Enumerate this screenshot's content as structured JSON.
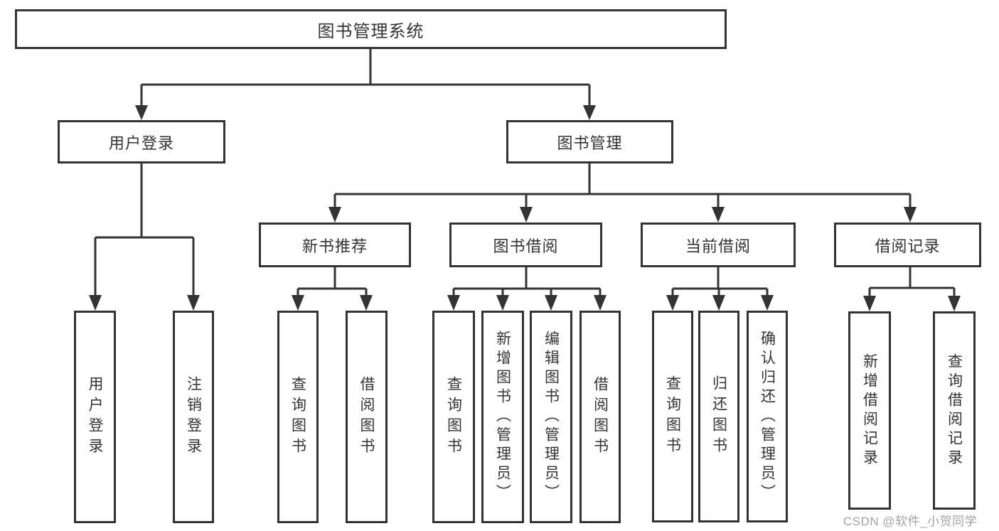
{
  "diagram_type": "hierarchy-tree",
  "colors": {
    "background": "#ffffff",
    "box_border": "#333333",
    "text": "#333333",
    "connector": "#333333",
    "watermark": "#a3a3a3"
  },
  "tree": {
    "label": "图书管理系统",
    "children": [
      {
        "label": "用户登录",
        "children": [
          {
            "label": "用户登录"
          },
          {
            "label": "注销登录"
          }
        ]
      },
      {
        "label": "图书管理",
        "children": [
          {
            "label": "新书推荐",
            "children": [
              {
                "label": "查询图书"
              },
              {
                "label": "借阅图书"
              }
            ]
          },
          {
            "label": "图书借阅",
            "children": [
              {
                "label": "查询图书"
              },
              {
                "label": "新增图书（管理员）"
              },
              {
                "label": "编辑图书（管理员）"
              },
              {
                "label": "借阅图书"
              }
            ]
          },
          {
            "label": "当前借阅",
            "children": [
              {
                "label": "查询图书"
              },
              {
                "label": "归还图书"
              },
              {
                "label": "确认归还（管理员）"
              }
            ]
          },
          {
            "label": "借阅记录",
            "children": [
              {
                "label": "新增借阅记录"
              },
              {
                "label": "查询借阅记录"
              }
            ]
          }
        ]
      }
    ]
  },
  "watermark": {
    "text": "CSDN @软件_小贺同学"
  }
}
